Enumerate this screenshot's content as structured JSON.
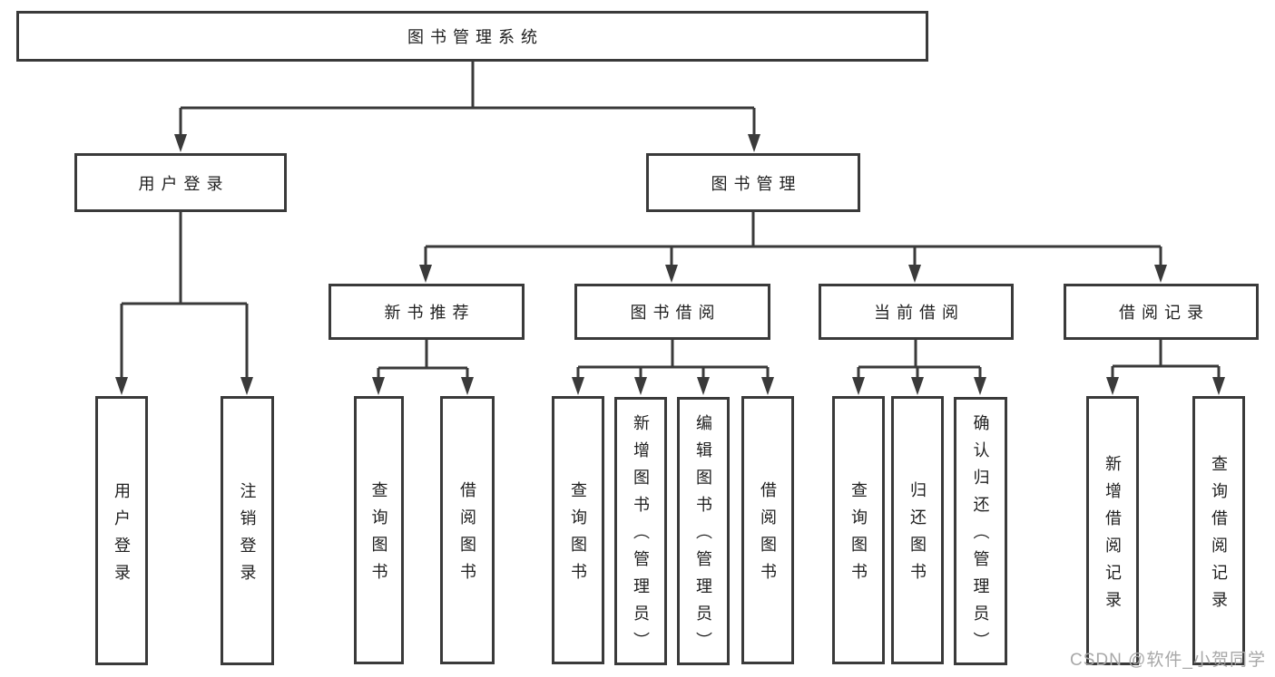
{
  "diagram": {
    "type": "hierarchy-tree",
    "title": "图书管理系统",
    "line_color": "#3a3a3a",
    "text_color": "#1f1f1f",
    "background_color": "#ffffff",
    "level1": [
      {
        "label": "用户登录",
        "children": [
          {
            "label": "用户登录"
          },
          {
            "label": "注销登录"
          }
        ]
      },
      {
        "label": "图书管理",
        "groups": [
          {
            "label": "新书推荐",
            "children": [
              {
                "label": "查询图书"
              },
              {
                "label": "借阅图书"
              }
            ]
          },
          {
            "label": "图书借阅",
            "children": [
              {
                "label": "查询图书"
              },
              {
                "label": "新增图书（管理员）"
              },
              {
                "label": "编辑图书（管理员）"
              },
              {
                "label": "借阅图书"
              }
            ]
          },
          {
            "label": "当前借阅",
            "children": [
              {
                "label": "查询图书"
              },
              {
                "label": "归还图书"
              },
              {
                "label": "确认归还（管理员）"
              }
            ]
          },
          {
            "label": "借阅记录",
            "children": [
              {
                "label": "新增借阅记录"
              },
              {
                "label": "查询借阅记录"
              }
            ]
          }
        ]
      }
    ]
  },
  "watermark": {
    "text": "CSDN @软件_小贺同学",
    "color": "#a8a8a8"
  }
}
